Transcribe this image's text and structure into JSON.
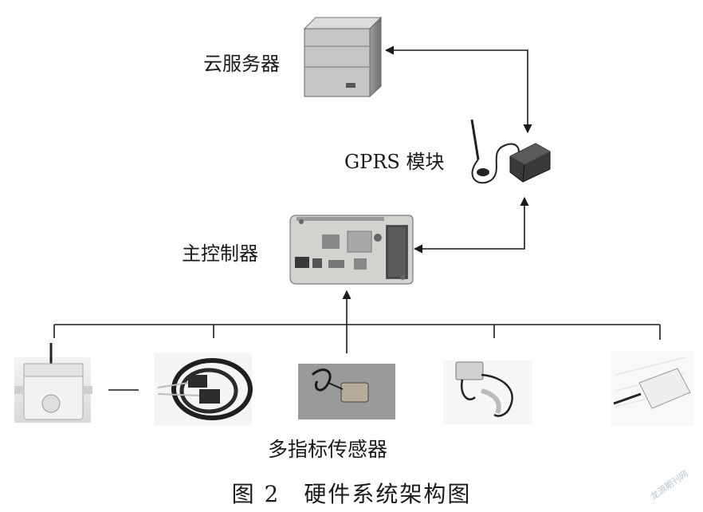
{
  "diagram": {
    "nodes": {
      "cloud_server": "云服务器",
      "gprs_module": "GPRS 模块",
      "main_controller": "主控制器",
      "sensors": "多指标传感器"
    },
    "caption": "图 2　硬件系统架构图",
    "watermark": "龙源期刊网",
    "colors": {
      "line": "#1a1a1a",
      "server_body": "#c8c8c8",
      "board": "#d4d4d0",
      "photo_bg": "#e6e6e6"
    }
  }
}
